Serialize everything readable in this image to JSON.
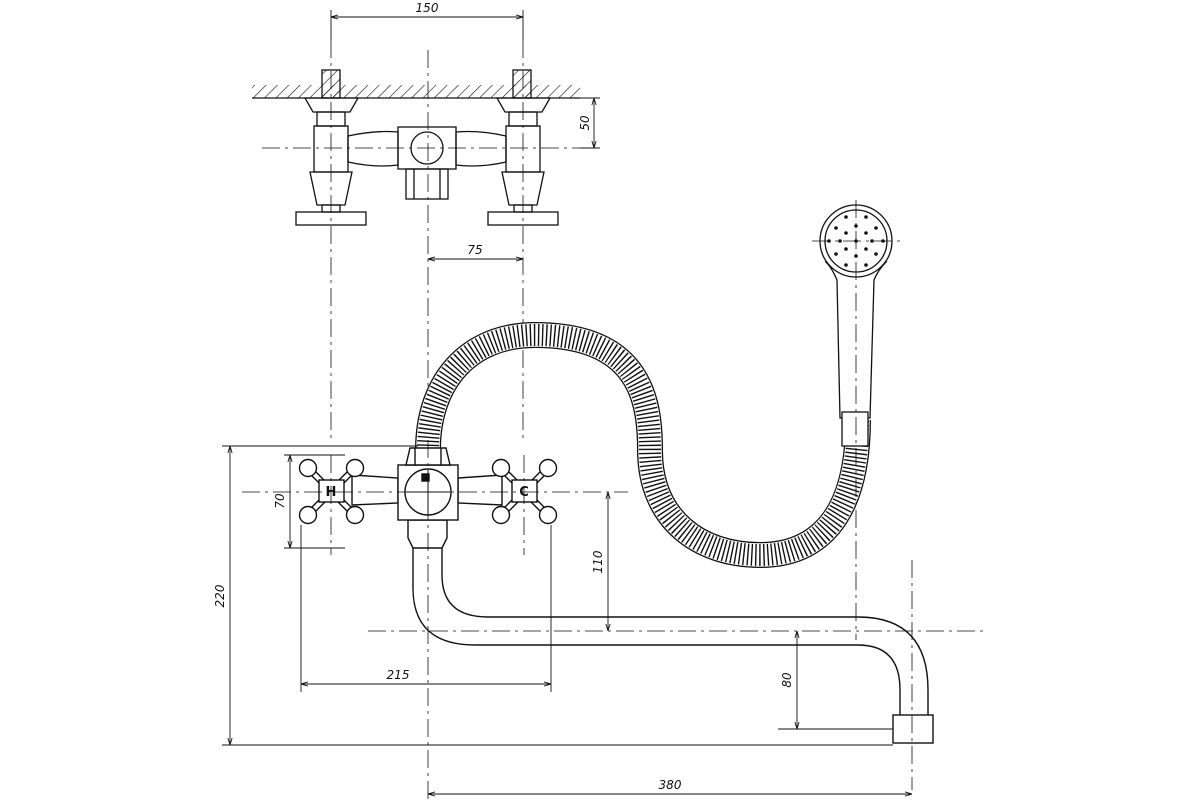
{
  "dimensions": {
    "top_width": "150",
    "top_height": "50",
    "top_spacing": "75",
    "handle_height": "70",
    "spout_drop": "110",
    "total_height": "220",
    "handle_span": "215",
    "spout_tip": "80",
    "spout_length": "380"
  },
  "handles": {
    "hot": "H",
    "cold": "C"
  }
}
